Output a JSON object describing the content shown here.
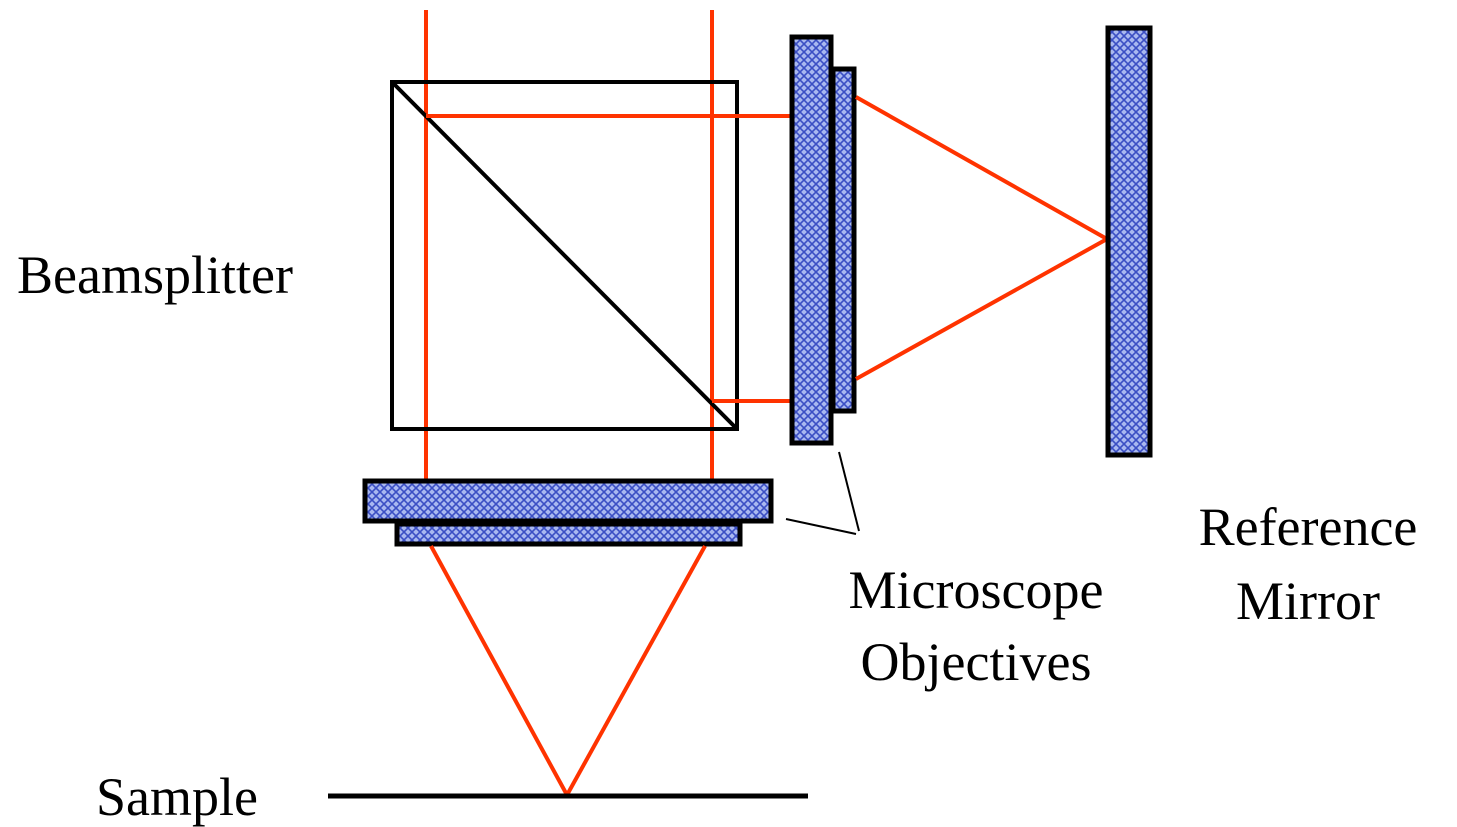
{
  "labels": {
    "beamsplitter": "Beamsplitter",
    "microscope_objectives_line1": "Microscope",
    "microscope_objectives_line2": "Objectives",
    "reference_mirror_line1": "Reference",
    "reference_mirror_line2": "Mirror",
    "sample": "Sample"
  },
  "colors": {
    "beam": "#ff3300",
    "optic_fill": "#a9b8f0",
    "optic_hatch": "#3b4fc4",
    "outline": "#000000",
    "background": "#ffffff"
  }
}
